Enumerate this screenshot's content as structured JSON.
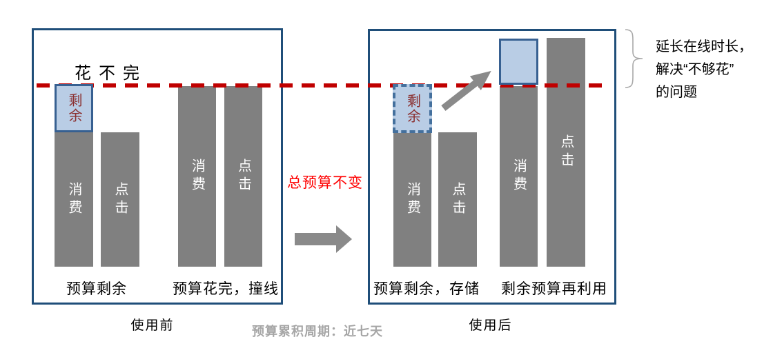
{
  "before": {
    "caption": "使用前",
    "overflow_label": "花不完",
    "surplus_label": "剩余",
    "group1": {
      "label": "预算剩余",
      "bar1": "消费",
      "bar2": "点击"
    },
    "group2": {
      "label": "预算花完，撞线",
      "bar1": "消费",
      "bar2": "点击"
    }
  },
  "after": {
    "caption": "使用后",
    "surplus_label": "剩余",
    "group1": {
      "label": "预算剩余，存储",
      "bar1": "消费",
      "bar2": "点击"
    },
    "group2": {
      "label": "剩余预算再利用",
      "bar1": "消费",
      "bar2": "点击"
    }
  },
  "middle_note": "总预算不变",
  "footer_note": "预算累积周期：近七天",
  "side_note": {
    "line1": "延长在线时长，",
    "line2": "解决“不够花”",
    "line3": "的问题"
  },
  "colors": {
    "panel_border": "#1f4e79",
    "bar_gray": "#808080",
    "cap_line_red": "#c00000",
    "note_red": "#ff0000",
    "surplus_fill": "#b9cde5",
    "surplus_border": "#376091",
    "surplus_text": "#8b3030",
    "muted_gray": "#a6a6a6"
  }
}
